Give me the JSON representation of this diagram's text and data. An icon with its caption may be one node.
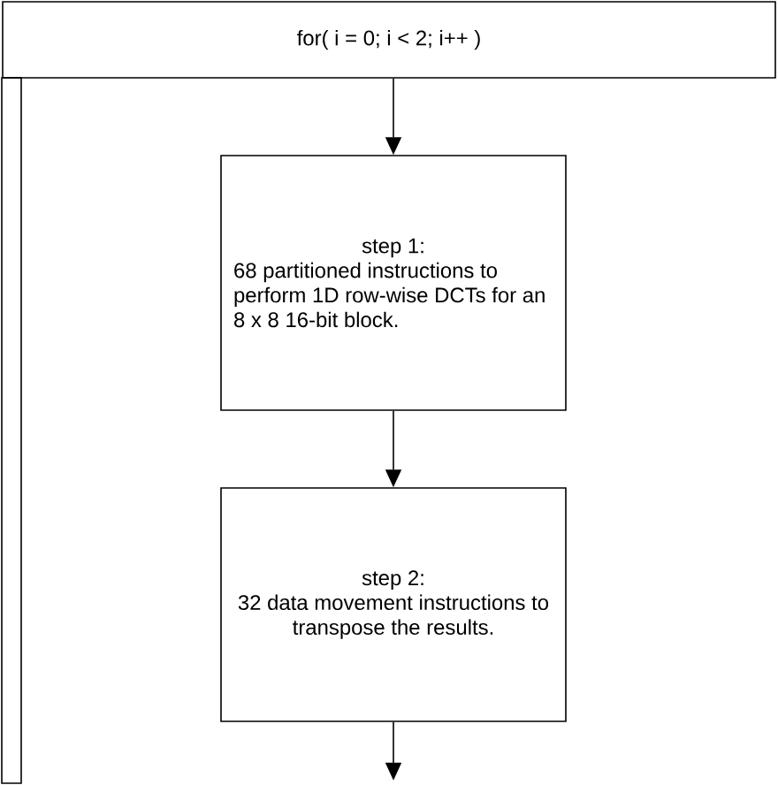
{
  "diagram": {
    "nodes": [
      {
        "text": [
          "for( i = 0; i < 2; i++ )"
        ]
      },
      {
        "text": [
          "step 1:",
          "68 partitioned instructions to perform 1D row-wise DCTs for an 8 x 8 16-bit block."
        ]
      },
      {
        "text": [
          "step 2:",
          "32 data movement instructions to transpose the results."
        ]
      }
    ],
    "edges": [
      {
        "from": 0,
        "to": 1,
        "arrow": "to"
      },
      {
        "from": 1,
        "to": 2,
        "arrow": "to"
      },
      {
        "from": 2,
        "to": null,
        "arrow": "to"
      }
    ]
  }
}
